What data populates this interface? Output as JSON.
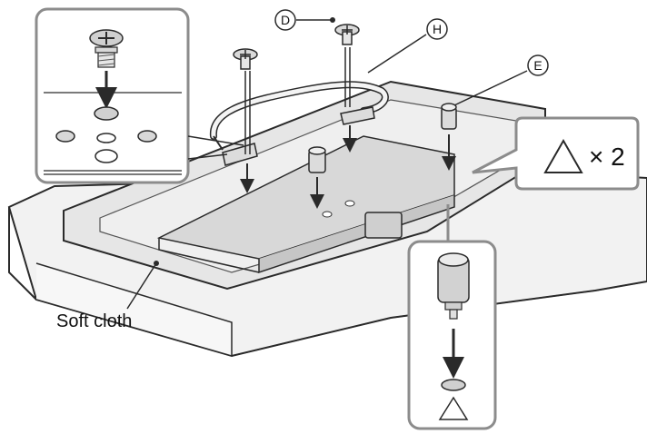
{
  "labels": {
    "soft_cloth": "Soft cloth",
    "screw_d": "D",
    "cable_h": "H",
    "spacer_e": "E",
    "quantity_multiplier": "× 2"
  },
  "icons": {
    "quantity_symbol": "triangle-outline-icon",
    "location_mark": "triangle-outline-icon",
    "screw": "phillips-screw-icon",
    "spacer": "cylinder-spacer-icon",
    "arrow": "arrow-down-icon"
  },
  "colors": {
    "line": "#2a2a2a",
    "callout_border": "#8c8c8c",
    "cloth_fill": "#f2f2f2",
    "tv_fill": "#e6e6e6",
    "tv_panel_fill": "#d2d2d2"
  }
}
